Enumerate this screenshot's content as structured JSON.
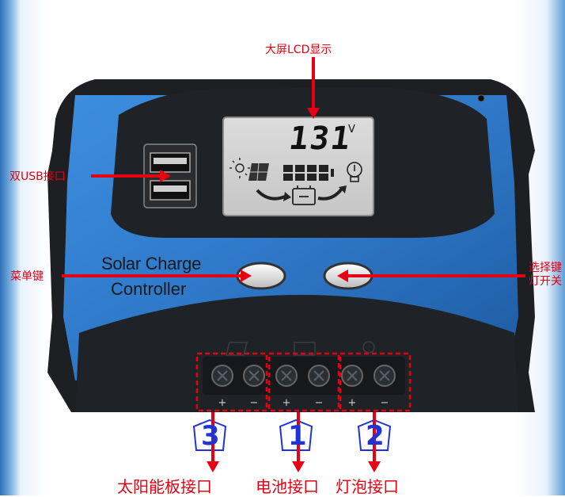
{
  "lcd": {
    "voltage": "131",
    "unit": "V"
  },
  "brand": {
    "line1": "Solar Charge",
    "line2": "Controller"
  },
  "annotations": {
    "lcd_display": "大屏LCD显示",
    "usb_port": "双USB接口",
    "menu_button": "菜单键",
    "select_button_line1": "选择键",
    "select_button_line2": "灯开关",
    "solar_port": "太阳能板接口",
    "battery_port": "电池接口",
    "lamp_port": "灯泡接口"
  },
  "port_numbers": {
    "solar": "3",
    "battery": "1",
    "lamp": "2"
  },
  "terminal_polarity": [
    "+",
    "−",
    "+",
    "−",
    "+",
    "−"
  ],
  "colors": {
    "casing_blue": "#2f78c8",
    "casing_dark": "#1d1f22",
    "annotation_red": "#e60012",
    "number_blue": "#1f34d8"
  }
}
